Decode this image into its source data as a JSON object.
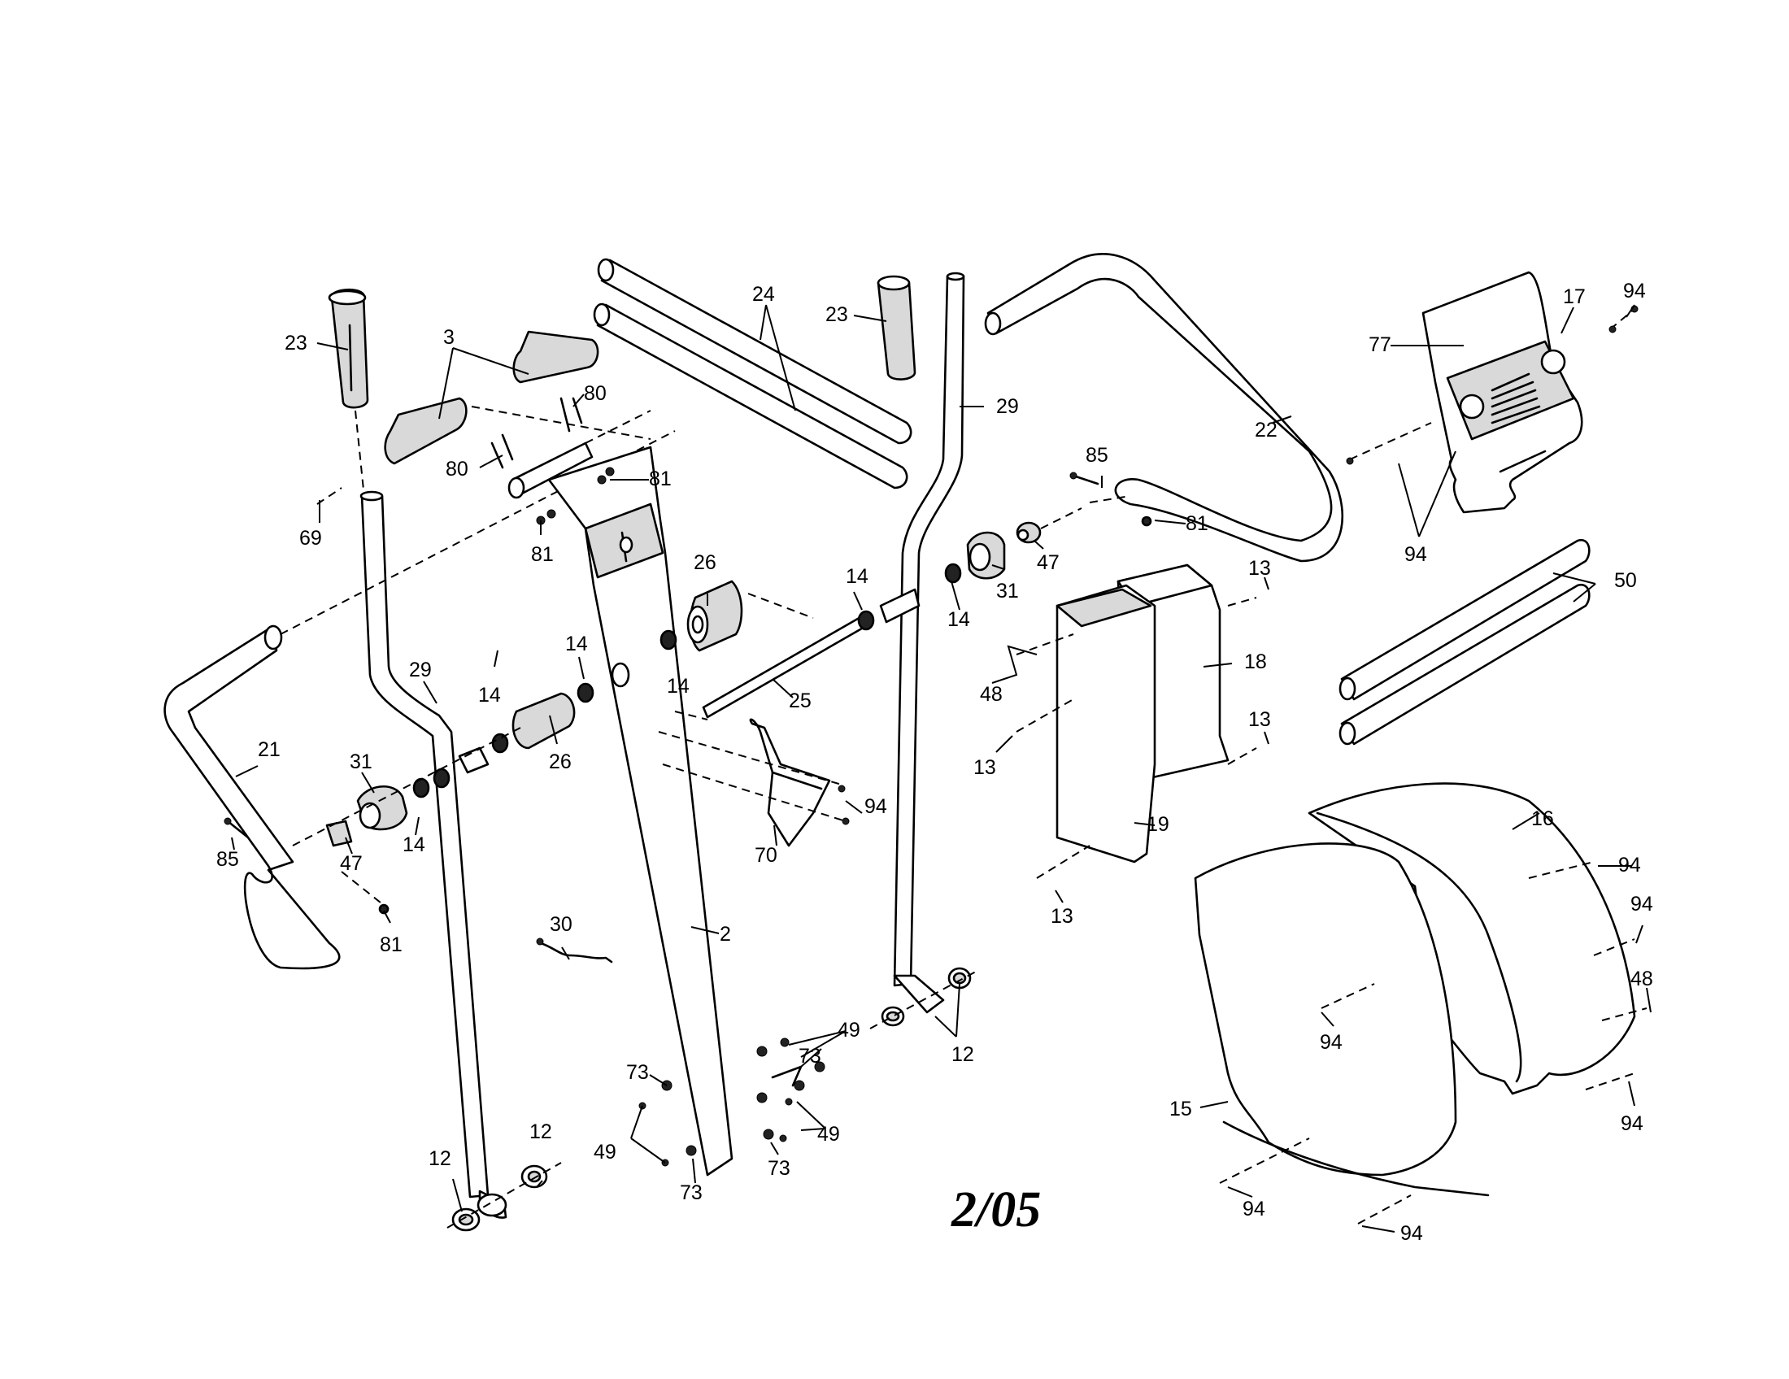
{
  "date_stamp": "2/05",
  "part_labels": [
    "23",
    "3",
    "80",
    "80",
    "81",
    "81",
    "69",
    "24",
    "23",
    "29",
    "22",
    "77",
    "17",
    "94",
    "94",
    "85",
    "81",
    "47",
    "26",
    "14",
    "14",
    "31",
    "13",
    "50",
    "18",
    "25",
    "14",
    "48",
    "13",
    "13",
    "29",
    "14",
    "14",
    "21",
    "31",
    "26",
    "70",
    "94",
    "19",
    "16",
    "94",
    "94",
    "85",
    "47",
    "14",
    "13",
    "81",
    "30",
    "2",
    "48",
    "12",
    "49",
    "94",
    "73",
    "73",
    "94",
    "49",
    "12",
    "12",
    "49",
    "73",
    "73",
    "15",
    "94",
    "94"
  ]
}
